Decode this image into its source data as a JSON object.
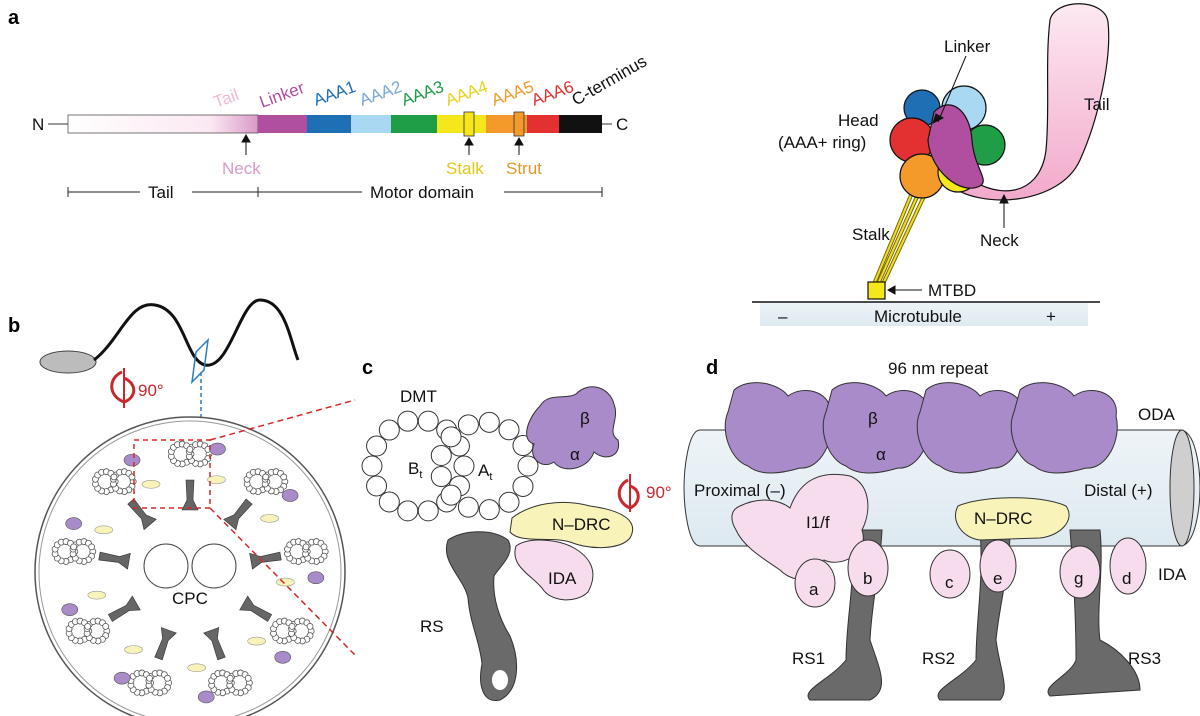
{
  "panels": [
    "a",
    "b",
    "c",
    "d"
  ],
  "colors": {
    "tail": "#f2b8d4",
    "linker": "#b04fa0",
    "aaa1": "#1f6fb5",
    "aaa2": "#a9d8f2",
    "aaa3": "#1f9d47",
    "aaa4": "#f6e61c",
    "aaa5": "#f39a2b",
    "aaa6": "#e33030",
    "cterm": "#111111",
    "neck": "#d89ac8",
    "stalk": "#e0c816",
    "strut": "#e8962a",
    "purple": "#a98bc9",
    "pink": "#f7dced",
    "yellow": "#f8f3b9",
    "dark": "#6a6a6a",
    "red": "#c8282e",
    "blue": "#2a7fc0"
  },
  "panel_a": {
    "n_end": "N",
    "c_end": "C",
    "domains": [
      "Tail",
      "Linker",
      "AAA1",
      "AAA2",
      "AAA3",
      "AAA4",
      "AAA5",
      "AAA6",
      "C-terminus"
    ],
    "neck": "Neck",
    "stalk": "Stalk",
    "strut": "Strut",
    "region_tail": "Tail",
    "region_motor": "Motor domain",
    "model": {
      "linker": "Linker",
      "tail": "Tail",
      "head": "Head",
      "head2": "(AAA+ ring)",
      "stalk": "Stalk",
      "neck": "Neck",
      "mtbd": "MTBD",
      "minus": "–",
      "microtubule": "Microtubule",
      "plus": "+"
    }
  },
  "panel_b": {
    "rotate": "90°",
    "cpc": "CPC"
  },
  "panel_c": {
    "dmt": "DMT",
    "beta": "β",
    "alpha": "α",
    "bt": "B",
    "at": "A",
    "sub": "t",
    "ndrc": "N–DRC",
    "ida": "IDA",
    "rs": "RS",
    "rotate": "90°"
  },
  "panel_d": {
    "repeat": "96 nm repeat",
    "oda": "ODA",
    "beta": "β",
    "alpha": "α",
    "proximal": "Proximal (–)",
    "distal": "Distal (+)",
    "i1f": "I1/f",
    "ndrc": "N–DRC",
    "ida": "IDA",
    "heads": [
      "a",
      "b",
      "c",
      "e",
      "g",
      "d"
    ],
    "rs": [
      "RS1",
      "RS2",
      "RS3"
    ]
  }
}
